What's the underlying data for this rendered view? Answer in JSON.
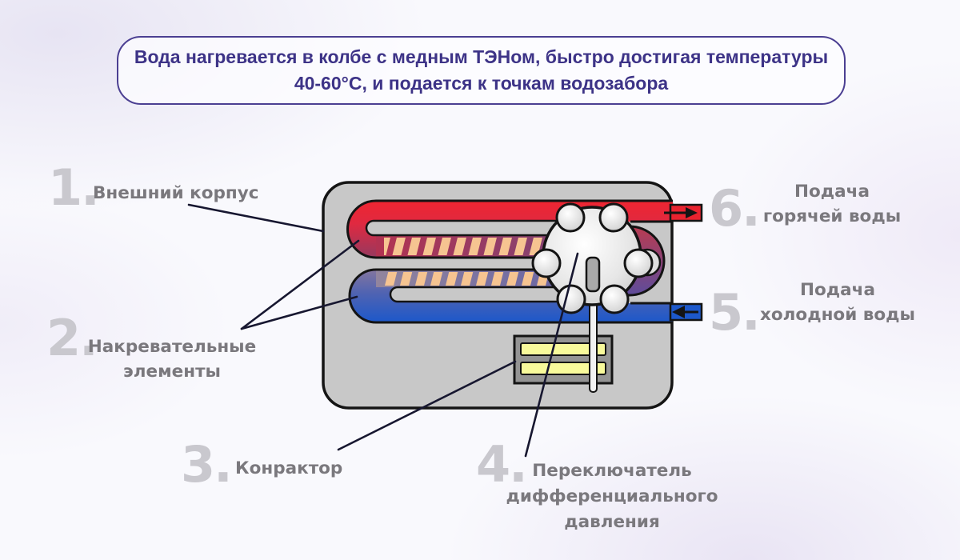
{
  "banner": {
    "line1": "Вода нагревается в колбе с медным ТЭНом, быстро достигая температуры",
    "line2": "40-60°C, и подается к точкам водозабора"
  },
  "callouts": {
    "c1": {
      "num": "1.",
      "line1": "Внешний корпус"
    },
    "c2": {
      "num": "2.",
      "line1": "Накревательные",
      "line2": "элементы"
    },
    "c3": {
      "num": "3.",
      "line1": "Конрактор"
    },
    "c4": {
      "num": "4.",
      "line1": "Переключатель",
      "line2": "дифференциального давления"
    },
    "c5": {
      "num": "5.",
      "line1": "Подача",
      "line2": "холодной воды"
    },
    "c6": {
      "num": "6.",
      "line1": "Подача",
      "line2": "горячей воды"
    }
  },
  "diagram_parts": {
    "casing": "внешний корпус",
    "heating_elements": "накревательные элементы",
    "contactor": "конрактор",
    "pressure_switch": "переключатель дифференциального давления",
    "cold_inlet": "подача холодной воды",
    "hot_outlet": "подача горячей воды"
  },
  "colors": {
    "hot_pipe": "#e8232f",
    "cold_pipe": "#1d58ca",
    "heating_stripe": "#f6c491",
    "casing_gray": "#c8c8c8",
    "contactor_bar_yellow": "#f8fa9b",
    "banner_border": "#4b3f92",
    "banner_text": "#3d3387",
    "callout_number_gray": "#c9c8ce",
    "callout_text_gray": "#7a787d",
    "background_tint": "#e7e4f3"
  }
}
